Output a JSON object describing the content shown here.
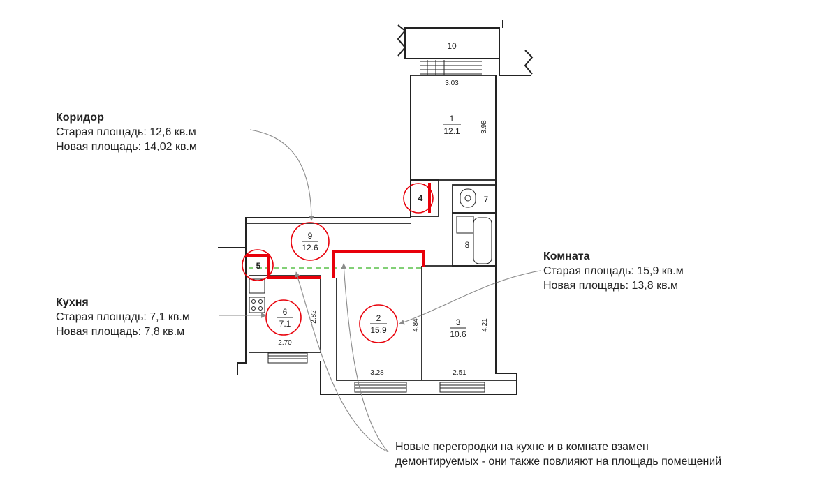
{
  "rooms": {
    "r1": {
      "num": "1",
      "area": "12.1"
    },
    "r2": {
      "num": "2",
      "area": "15.9"
    },
    "r3": {
      "num": "3",
      "area": "10.6"
    },
    "r4": {
      "num": "4"
    },
    "r5": {
      "num": "5"
    },
    "r6": {
      "num": "6",
      "area": "7.1"
    },
    "r7": {
      "num": "7"
    },
    "r8": {
      "num": "8"
    },
    "r9": {
      "num": "9",
      "area": "12.6"
    },
    "r10": {
      "num": "10"
    }
  },
  "dims": {
    "d303": "3.03",
    "d398": "3.98",
    "d282": "2.82",
    "d270": "2.70",
    "d484": "4.84",
    "d421": "4.21",
    "d328": "3.28",
    "d251": "2.51"
  },
  "annotations": {
    "corridor": {
      "title": "Коридор",
      "old": "Старая площадь: 12,6 кв.м",
      "new": "Новая площадь: 14,02 кв.м"
    },
    "kitchen": {
      "title": "Кухня",
      "old": "Старая площадь: 7,1 кв.м",
      "new": "Новая площадь: 7,8 кв.м"
    },
    "room": {
      "title": "Комната",
      "old": "Старая площадь: 15,9 кв.м",
      "new": "Новая площадь: 13,8 кв.м"
    },
    "note": {
      "line1": "Новые перегородки на кухне и в комнате взамен",
      "line2": "демонтируемых - они также повлияют на площадь помещений"
    }
  },
  "colors": {
    "accent": "#e8000a",
    "dashed": "#58c048",
    "wall": "#222222",
    "leader": "#8a8a8a"
  }
}
